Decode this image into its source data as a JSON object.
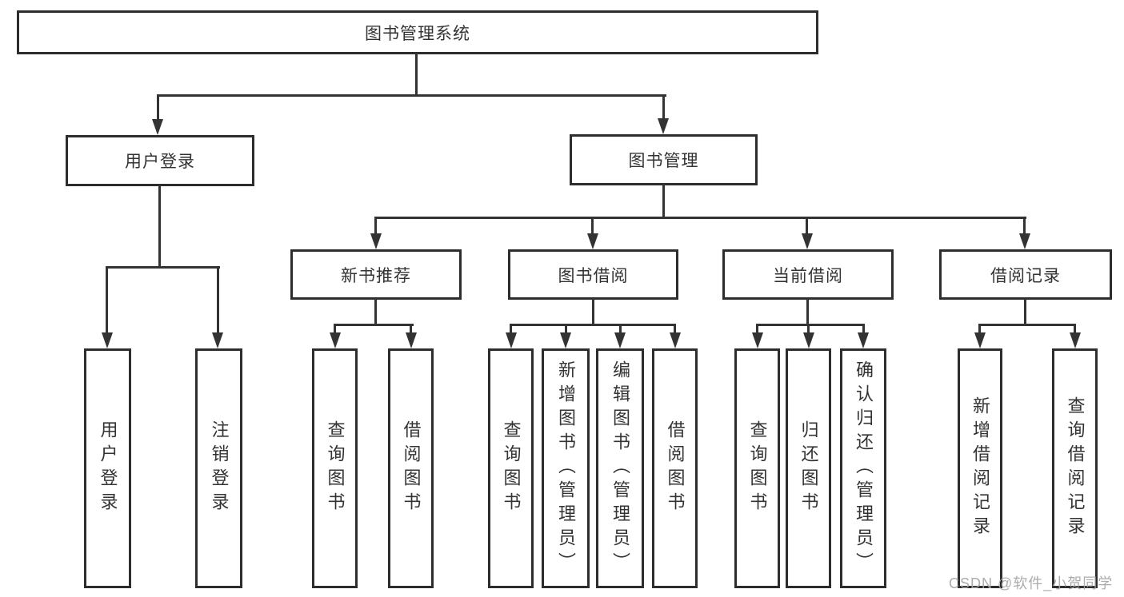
{
  "diagram": {
    "root": {
      "label": "图书管理系统"
    },
    "level2": [
      {
        "label": "用户登录"
      },
      {
        "label": "图书管理"
      }
    ],
    "level3": [
      {
        "label": "新书推荐"
      },
      {
        "label": "图书借阅"
      },
      {
        "label": "当前借阅"
      },
      {
        "label": "借阅记录"
      }
    ],
    "leaves": [
      {
        "label": "用户登录"
      },
      {
        "label": "注销登录"
      },
      {
        "label": "查询图书"
      },
      {
        "label": "借阅图书"
      },
      {
        "label": "查询图书"
      },
      {
        "label": "新增图书（管理员）"
      },
      {
        "label": "编辑图书（管理员）"
      },
      {
        "label": "借阅图书"
      },
      {
        "label": "查询图书"
      },
      {
        "label": "归还图书"
      },
      {
        "label": "确认归还（管理员）"
      },
      {
        "label": "新增借阅记录"
      },
      {
        "label": "查询借阅记录"
      }
    ]
  },
  "watermark": {
    "text": "CSDN @软件_小贺同学"
  },
  "colors": {
    "line": "#333333",
    "border": "#2d2d2d",
    "text": "#333333",
    "watermark": "#a5a5a5"
  }
}
